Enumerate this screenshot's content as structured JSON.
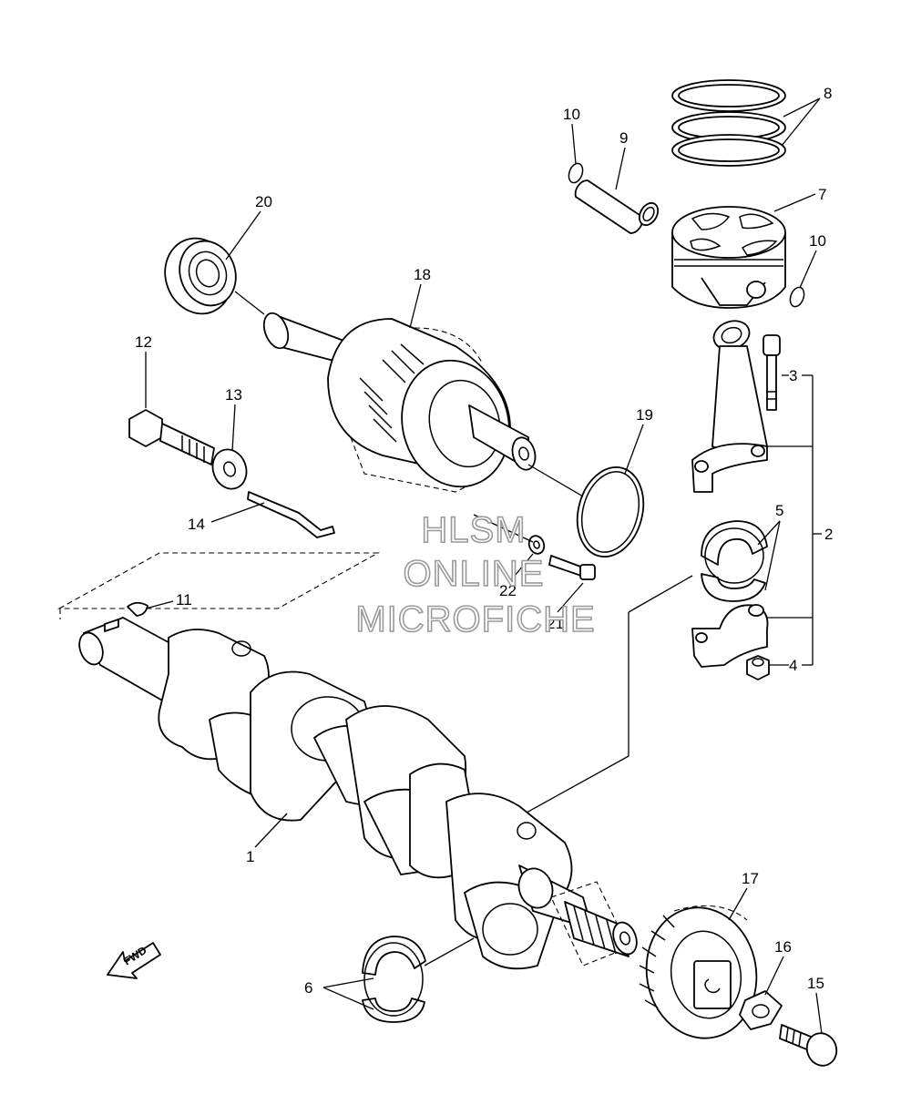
{
  "callouts": {
    "c1": "1",
    "c2": "2",
    "c3": "3",
    "c4": "4",
    "c5": "5",
    "c6": "6",
    "c7": "7",
    "c8": "8",
    "c9": "9",
    "c10a": "10",
    "c10b": "10",
    "c11": "11",
    "c12": "12",
    "c13": "13",
    "c14": "14",
    "c15": "15",
    "c16": "16",
    "c17": "17",
    "c18": "18",
    "c19": "19",
    "c20": "20",
    "c21": "21",
    "c22": "22"
  },
  "watermark": {
    "line1": "HLSM",
    "line2": "ONLINE",
    "line3": "MICROFICHE"
  },
  "fwd_label": "FWD"
}
